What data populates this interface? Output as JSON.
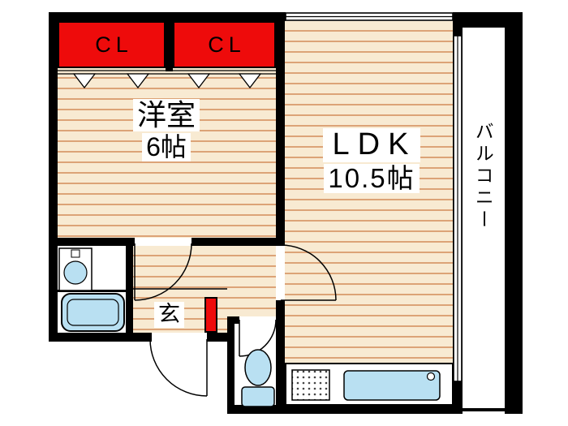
{
  "rooms": {
    "closet_left": "CL",
    "closet_right": "CL",
    "western_name": "洋室",
    "western_size": "6帖",
    "ldk_name": "LDK",
    "ldk_size": "10.5帖",
    "balcony": "バルコニー",
    "entrance": "玄"
  },
  "fixtures": [
    "bathtub",
    "washbasin",
    "toilet",
    "kitchen-sink",
    "gas-stove",
    "shoe-cabinet",
    "closet-folding-doors",
    "entrance-door",
    "window"
  ],
  "colors": {
    "wall": "#000000",
    "closet_fill": "#ee0b0b",
    "floor_bg": "#f8ead2",
    "floor_line": "#dca377",
    "fixture_fill": "#b9e0f2",
    "background": "#ffffff"
  }
}
